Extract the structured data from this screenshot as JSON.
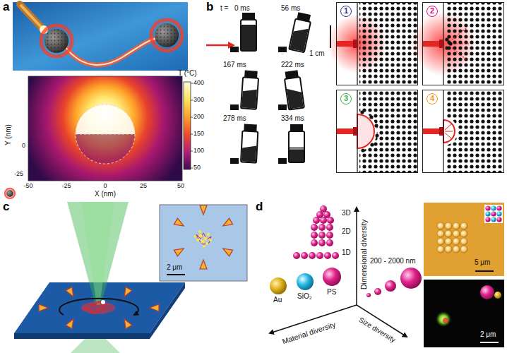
{
  "diagram": {
    "nodes": [
      {
        "text": [
          "1"
        ]
      },
      {
        "text": [
          "2"
        ]
      },
      {
        "text": [
          "3"
        ]
      },
      {
        "text": [
          "4"
        ]
      }
    ],
    "labels": [
      "a",
      "T (°C)",
      "400",
      "300",
      "200",
      "150",
      "100",
      "50",
      "Y (nm)",
      "0",
      "-25",
      "-50",
      "-25",
      "0",
      "25",
      "50",
      "X (nm)",
      "b",
      "t =",
      "0 ms",
      "56 ms",
      "1 cm",
      "167 ms",
      "222 ms",
      "278 ms",
      "334 ms",
      "c",
      "2 μm",
      "d",
      "3D",
      "2D",
      "1D",
      "Dimensional diversity",
      "Au",
      "SiO₂",
      "PS",
      "200 - 2000 nm",
      "Material diversity",
      "Size diversity",
      "5 μm",
      "2 μm"
    ]
  }
}
